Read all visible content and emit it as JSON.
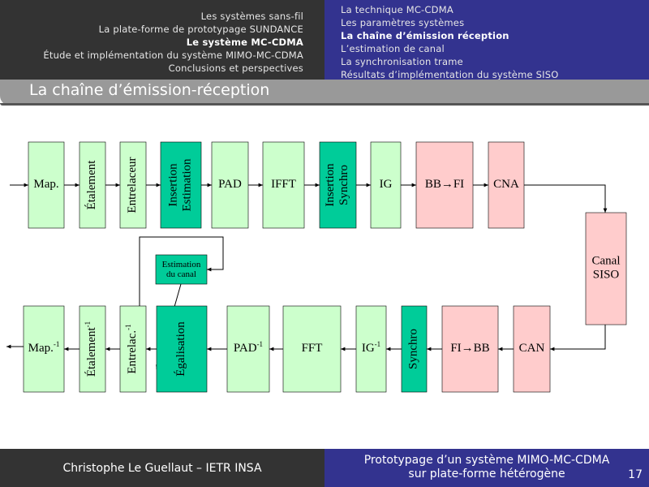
{
  "nav": {
    "left": [
      {
        "label": "Les systèmes sans-fil",
        "current": false
      },
      {
        "label": "La plate-forme de prototypage SUNDANCE",
        "current": false
      },
      {
        "label": "Le système MC-CDMA",
        "current": true
      },
      {
        "label": "Étude et implémentation du système MIMO-MC-CDMA",
        "current": false
      },
      {
        "label": "Conclusions et perspectives",
        "current": false
      }
    ],
    "right": [
      {
        "label": "La technique MC-CDMA",
        "current": false
      },
      {
        "label": "Les paramètres systèmes",
        "current": false
      },
      {
        "label": "La chaîne d’émission réception",
        "current": true
      },
      {
        "label": "L’estimation de canal",
        "current": false
      },
      {
        "label": "La synchronisation trame",
        "current": false
      },
      {
        "label": "Résultats d’implémentation du système SISO",
        "current": false
      }
    ]
  },
  "slide": {
    "title": "La chaîne d’émission-réception"
  },
  "colors": {
    "light_green": "#ccffcc",
    "teal": "#00cc99",
    "pink": "#ffcccc"
  },
  "diagram": {
    "tx_blocks": [
      {
        "id": "map",
        "label": "Map.",
        "color": "light_green"
      },
      {
        "id": "etalement",
        "label": "Étalement",
        "color": "light_green"
      },
      {
        "id": "entrelaceur",
        "label": "Entrelaceur",
        "color": "light_green"
      },
      {
        "id": "insertion-estimation",
        "lines": [
          "Insertion",
          "Estimation"
        ],
        "color": "teal"
      },
      {
        "id": "pad",
        "label": "PAD",
        "color": "light_green"
      },
      {
        "id": "ifft",
        "label": "IFFT",
        "color": "light_green"
      },
      {
        "id": "insertion-synchro",
        "lines": [
          "Insertion",
          "Synchro"
        ],
        "color": "teal"
      },
      {
        "id": "ig",
        "label": "IG",
        "color": "light_green"
      },
      {
        "id": "bb-fi",
        "label": "BB→FI",
        "color": "pink"
      },
      {
        "id": "cna",
        "label": "CNA",
        "color": "pink"
      }
    ],
    "channel": {
      "lines": [
        "Canal",
        "SISO"
      ],
      "color": "pink"
    },
    "rx_blocks": [
      {
        "id": "can",
        "label": "CAN",
        "color": "pink"
      },
      {
        "id": "fi-bb",
        "label": "FI→BB",
        "color": "pink"
      },
      {
        "id": "synchro",
        "label": "Synchro",
        "color": "teal"
      },
      {
        "id": "ig-inv",
        "label": "IG",
        "sup": "-1",
        "color": "light_green"
      },
      {
        "id": "fft",
        "label": "FFT",
        "color": "light_green"
      },
      {
        "id": "pad-inv",
        "label": "PAD",
        "sup": "-1",
        "color": "light_green"
      },
      {
        "id": "egalisation",
        "label": "Égalisation",
        "color": "teal"
      },
      {
        "id": "entrelac-inv",
        "label": "Entrelac.",
        "sup": "-1",
        "color": "light_green"
      },
      {
        "id": "etalement-inv",
        "label": "Étalement",
        "sup": "-1",
        "color": "light_green"
      },
      {
        "id": "map-inv",
        "label": "Map.",
        "sup": "-1",
        "color": "light_green"
      }
    ],
    "estimation": {
      "lines": [
        "Estimation",
        "du canal"
      ],
      "color": "teal"
    }
  },
  "footer": {
    "author": "Christophe Le Guellaut – IETR INSA",
    "title_lines": [
      "Prototypage d’un système MIMO-MC-CDMA",
      "sur plate-forme hétérogène"
    ],
    "page": "17"
  }
}
